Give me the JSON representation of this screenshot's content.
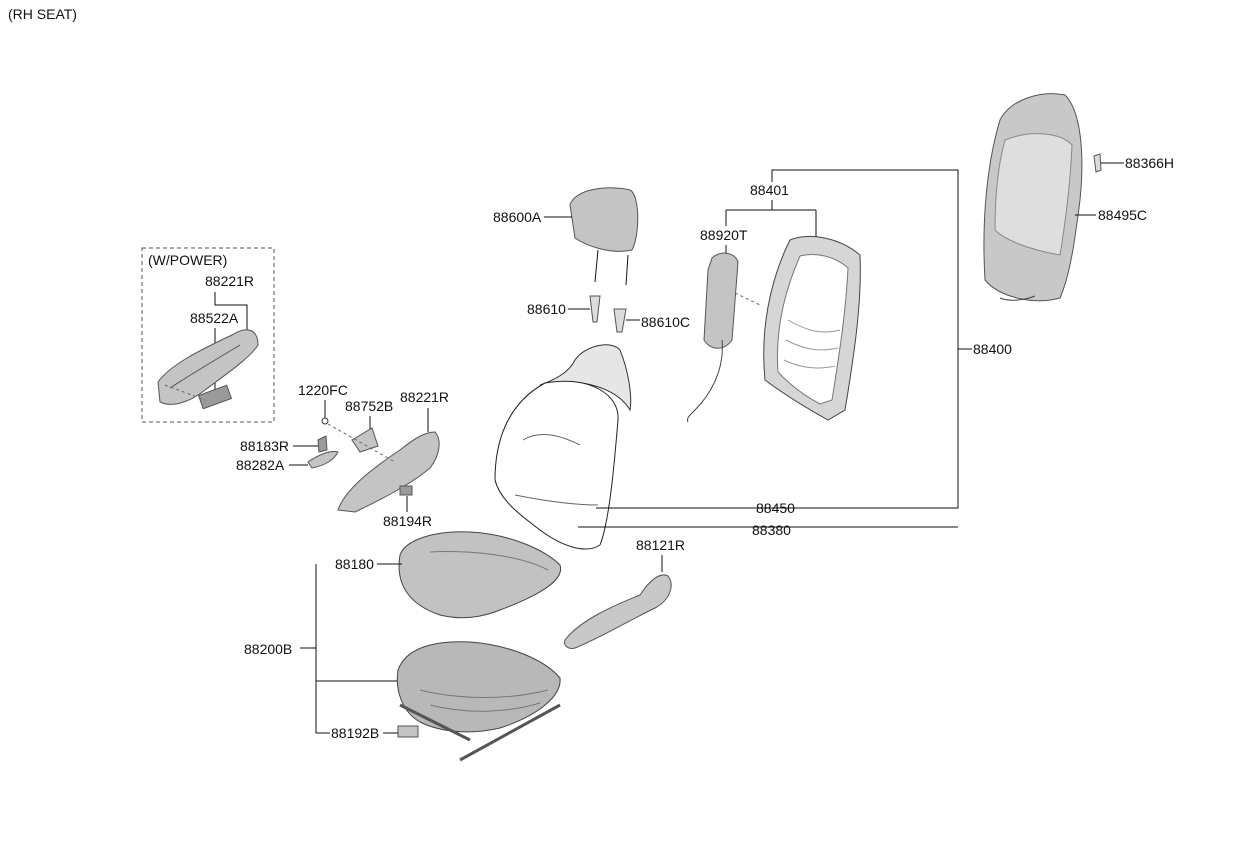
{
  "title": "(RH SEAT)",
  "inset_label": "(W/POWER)",
  "labels": {
    "88221R_inset": "88221R",
    "88522A": "88522A",
    "1220FC": "1220FC",
    "88752B": "88752B",
    "88221R": "88221R",
    "88183R": "88183R",
    "88282A": "88282A",
    "88194R": "88194R",
    "88600A": "88600A",
    "88610": "88610",
    "88610C": "88610C",
    "88401": "88401",
    "88920T": "88920T",
    "88400": "88400",
    "88366H": "88366H",
    "88495C": "88495C",
    "88450": "88450",
    "88380": "88380",
    "88121R": "88121R",
    "88180": "88180",
    "88200B": "88200B",
    "88192B": "88192B"
  },
  "colors": {
    "line": "#111111",
    "part_fill": "#c4c4c4",
    "part_light": "#dcdcdc"
  }
}
